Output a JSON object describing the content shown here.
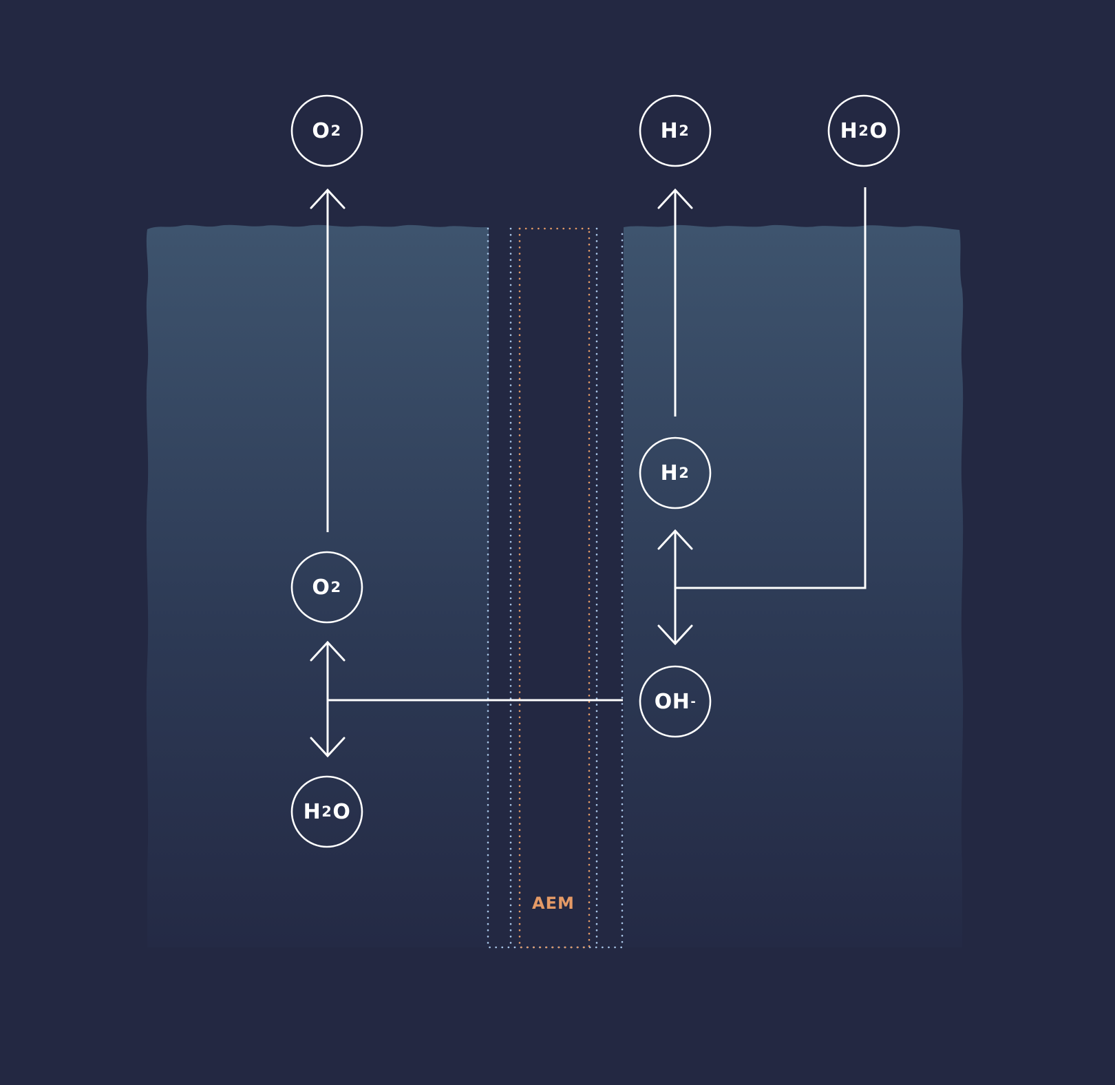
{
  "colors": {
    "background": "#232842",
    "electrolyte_top": "#3e546e",
    "electrolyte_bottom": "#242a45",
    "line": "#ffffff",
    "electrode_dots": "#a9c6e8",
    "membrane_dots": "#e59a66",
    "membrane_label": "#e59a66"
  },
  "membrane": {
    "label": "AEM"
  },
  "nodes": {
    "o2_top": {
      "main": "O",
      "sub": "2",
      "after": "",
      "sup": ""
    },
    "h2_top": {
      "main": "H",
      "sub": "2",
      "after": "",
      "sup": ""
    },
    "h2o_top": {
      "main": "H",
      "sub": "2",
      "after": "O",
      "sup": ""
    },
    "h2_mid": {
      "main": "H",
      "sub": "2",
      "after": "",
      "sup": ""
    },
    "o2_mid": {
      "main": "O",
      "sub": "2",
      "after": "",
      "sup": ""
    },
    "oh": {
      "main": "OH",
      "sub": "",
      "after": "",
      "sup": "-"
    },
    "h2o_bottom": {
      "main": "H",
      "sub": "2",
      "after": "O",
      "sup": ""
    }
  }
}
